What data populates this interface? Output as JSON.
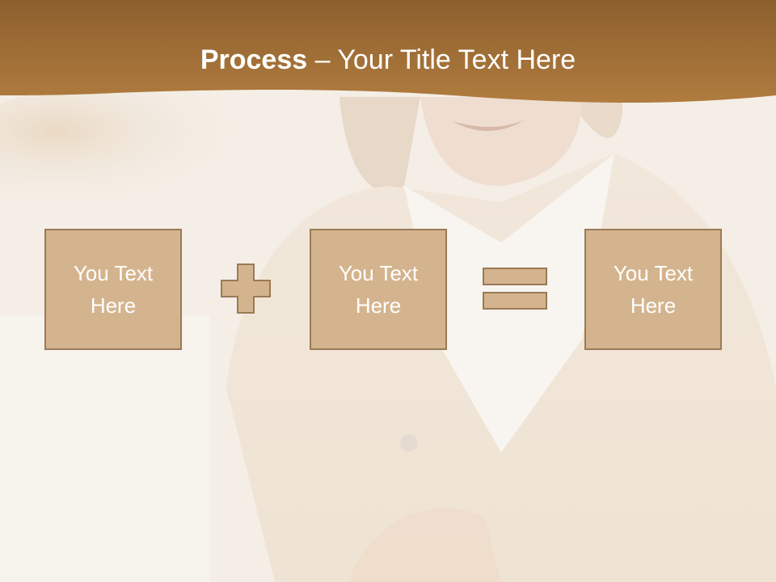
{
  "slide": {
    "title_bold": "Process",
    "title_rest": " – Your Title Text Here",
    "boxes": [
      {
        "line1": "You Text",
        "line2": "Here"
      },
      {
        "line1": "You Text",
        "line2": "Here"
      },
      {
        "line1": "You Text",
        "line2": "Here"
      }
    ],
    "operators": [
      "plus",
      "equals"
    ]
  },
  "colors": {
    "banner": "#a06f35",
    "box_fill": "#d4b48e",
    "box_border": "#9b7a57",
    "operator_fill": "#d4b48e",
    "text": "#ffffff"
  }
}
